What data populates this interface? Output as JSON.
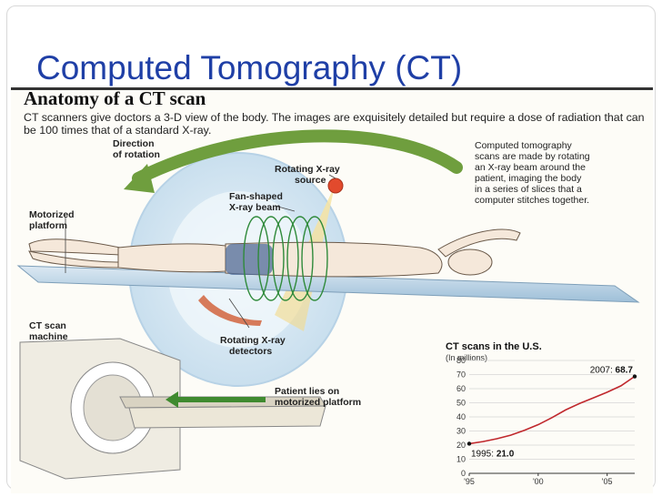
{
  "slide": {
    "title": "Computed Tomography (CT)"
  },
  "infographic": {
    "title": "Anatomy of a CT scan",
    "description": "CT scanners give doctors a 3-D view of the body. The images are exquisitely detailed but require a dose of radiation that can be 100 times that of a standard X-ray.",
    "labels": {
      "direction": [
        "Direction",
        "of rotation"
      ],
      "source": [
        "Rotating X-ray",
        "source"
      ],
      "beam": [
        "Fan-shaped",
        "X-ray beam"
      ],
      "platform": [
        "Motorized",
        "platform"
      ],
      "machine": [
        "CT scan",
        "machine"
      ],
      "detectors": [
        "Rotating X-ray",
        "detectors"
      ],
      "patient": [
        "Patient lies on",
        "motorized platform"
      ],
      "explain": [
        "Computed tomography",
        "scans are made by rotating",
        "an X-ray beam around the",
        "patient, imaging the body",
        "in a series of slices that a",
        "computer stitches together."
      ]
    }
  },
  "chart_data": {
    "type": "line",
    "title": "CT scans in the U.S.",
    "unit_label": "(In millions)",
    "x": [
      1995,
      1996,
      1997,
      1998,
      1999,
      2000,
      2001,
      2002,
      2003,
      2004,
      2005,
      2006,
      2007
    ],
    "values": [
      21.0,
      22.5,
      24.5,
      27.0,
      30.5,
      34.5,
      39.5,
      45.0,
      49.5,
      53.5,
      57.5,
      62.0,
      68.7
    ],
    "xticks": [
      "'95",
      "'00",
      "'05"
    ],
    "xtick_values": [
      1995,
      2000,
      2005
    ],
    "yticks": [
      "0",
      "10",
      "20",
      "30",
      "40",
      "50",
      "60",
      "70",
      "80"
    ],
    "ylim": [
      0,
      80
    ],
    "xlim": [
      1995,
      2007
    ],
    "annotations": [
      {
        "label": "1995:",
        "value": "21.0"
      },
      {
        "label": "2007:",
        "value": "68.7"
      }
    ],
    "line_color": "#c0282d",
    "grid": true
  }
}
